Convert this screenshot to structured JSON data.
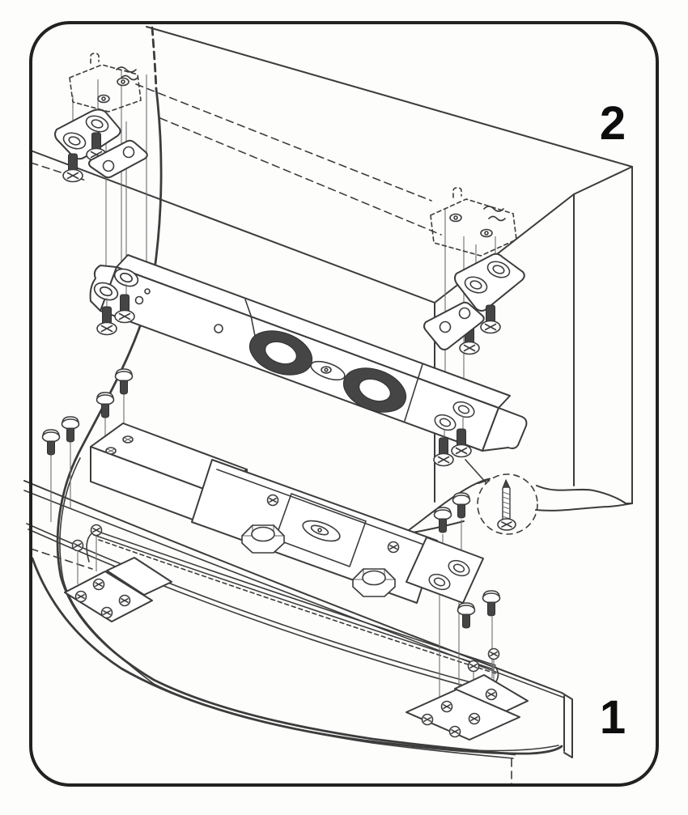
{
  "figure": {
    "kind": "exploded-assembly-diagram",
    "labels": {
      "top_right": "2",
      "bottom_right": "1"
    },
    "steps": [
      {
        "label": "2",
        "position": "top-right"
      },
      {
        "label": "1",
        "position": "bottom-right"
      }
    ],
    "parts": [
      "phantom-clamp-bracket",
      "countersunk-spacer-plate",
      "flat-head-screw",
      "clamp-strip-plate",
      "lock-body-bar",
      "magnet-ring",
      "oval-sensor-plate",
      "door-frame-panel",
      "detail-callout-screw",
      "wire-cable",
      "cover-box",
      "pan-head-screw",
      "armature-plate",
      "hex-nut",
      "z-mounting-bracket",
      "door-leaf",
      "mortise-slot"
    ],
    "colors": {
      "paper": "#fdfdfc",
      "ink": "#3c3c3c",
      "border_ink": "#222222",
      "hardware_dark": "#454545",
      "label_ink": "#0d0d0d"
    }
  }
}
